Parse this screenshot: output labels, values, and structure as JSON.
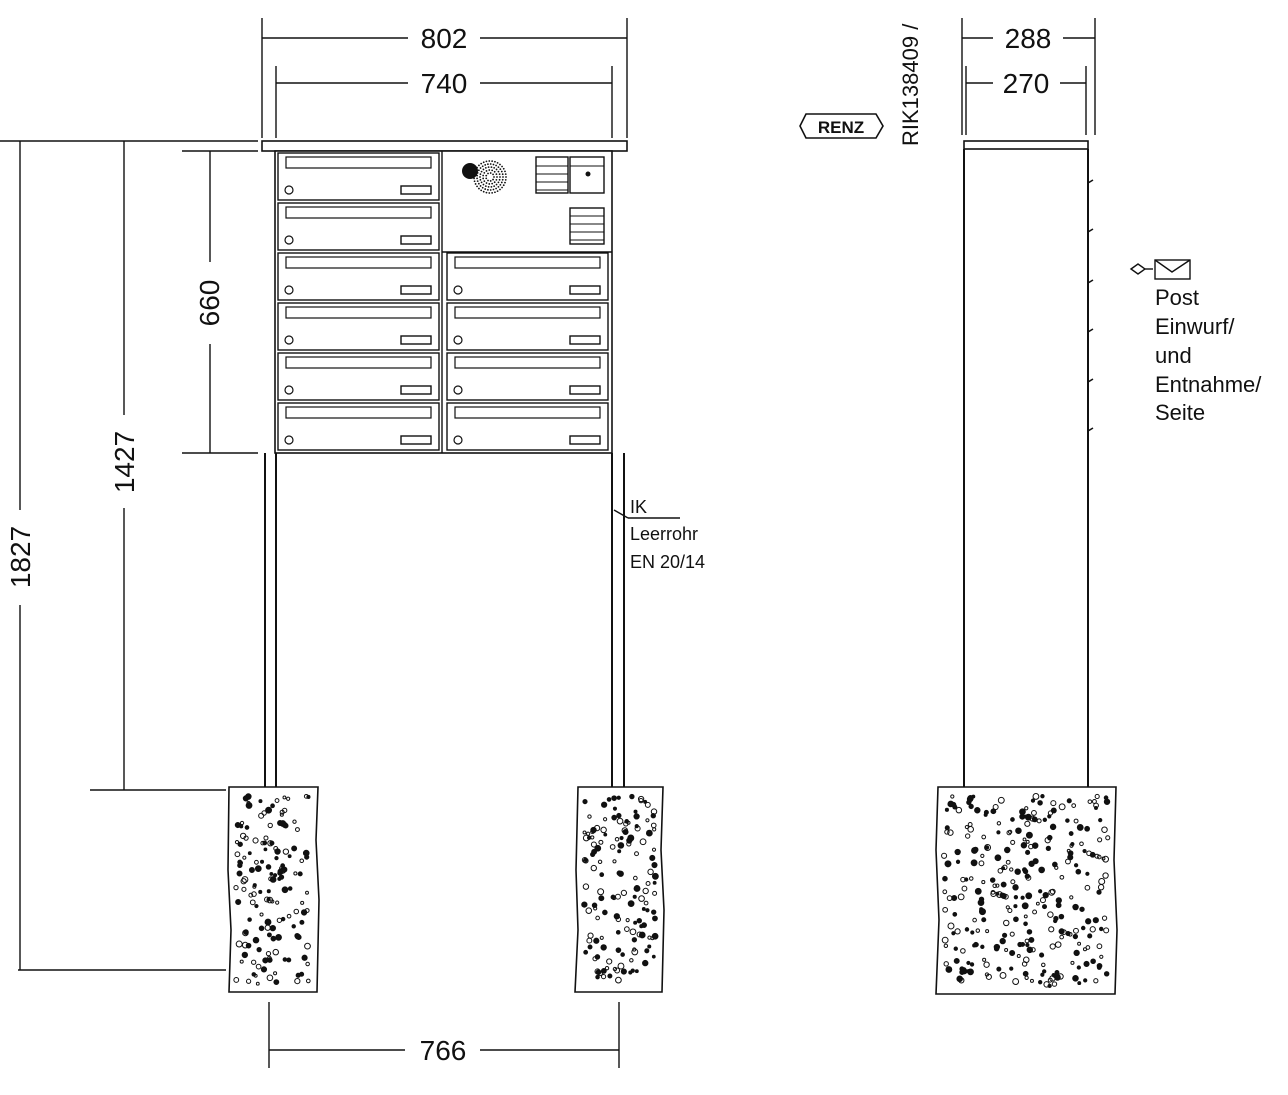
{
  "dimensions": {
    "total_width": "802",
    "inner_width": "740",
    "depth_total": "288",
    "depth_inner": "270",
    "box_height": "660",
    "box_bottom_height": "1427",
    "total_height": "1827",
    "foundation_spacing": "766"
  },
  "labels": {
    "brand": "RENZ",
    "article": "RIK138409 /",
    "conduit": [
      "IK",
      "Leerrohr",
      "EN 20/14"
    ],
    "post_note": [
      "Post",
      "Einwurf/",
      "und",
      "Entnahme/",
      "Seite"
    ]
  },
  "colors": {
    "line": "#111111",
    "background": "#ffffff"
  }
}
